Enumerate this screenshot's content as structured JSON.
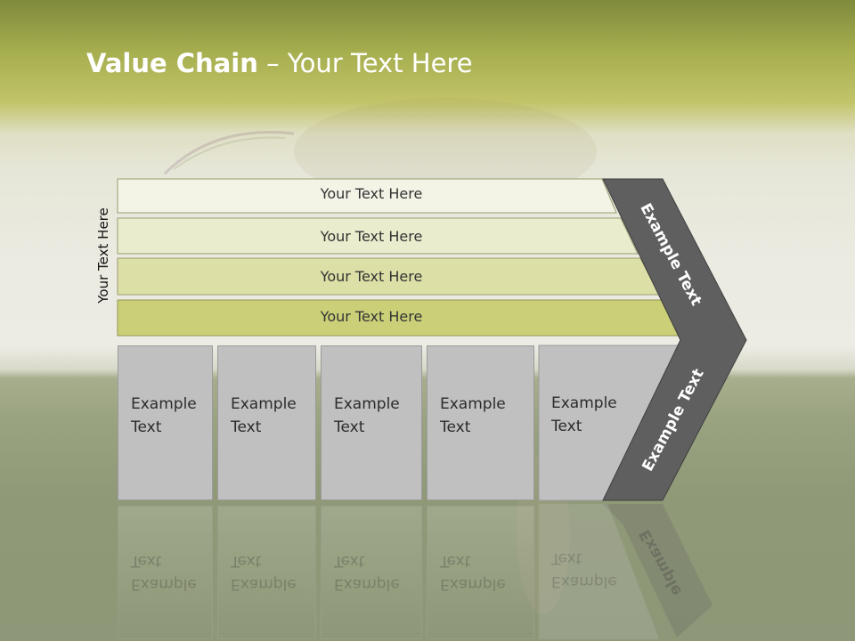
{
  "title": {
    "bold": "Value Chain",
    "rest": " – Your Text Here"
  },
  "side_label": "Your Text Here",
  "bands": [
    {
      "label": "Your Text Here",
      "color": "#f3f4e6"
    },
    {
      "label": "Your Text Here",
      "color": "#e9eccd"
    },
    {
      "label": "Your Text Here",
      "color": "#dcdfa6"
    },
    {
      "label": "Your Text Here",
      "color": "#cbd078"
    }
  ],
  "columns": [
    {
      "label": "Example\nText"
    },
    {
      "label": "Example\nText"
    },
    {
      "label": "Example\nText"
    },
    {
      "label": "Example\nText"
    },
    {
      "label": "Example\nText"
    }
  ],
  "chevron": {
    "upper_label": "Example Text",
    "lower_label": "Example Text",
    "color": "#5f5f5f"
  },
  "reflection_label": "Example"
}
